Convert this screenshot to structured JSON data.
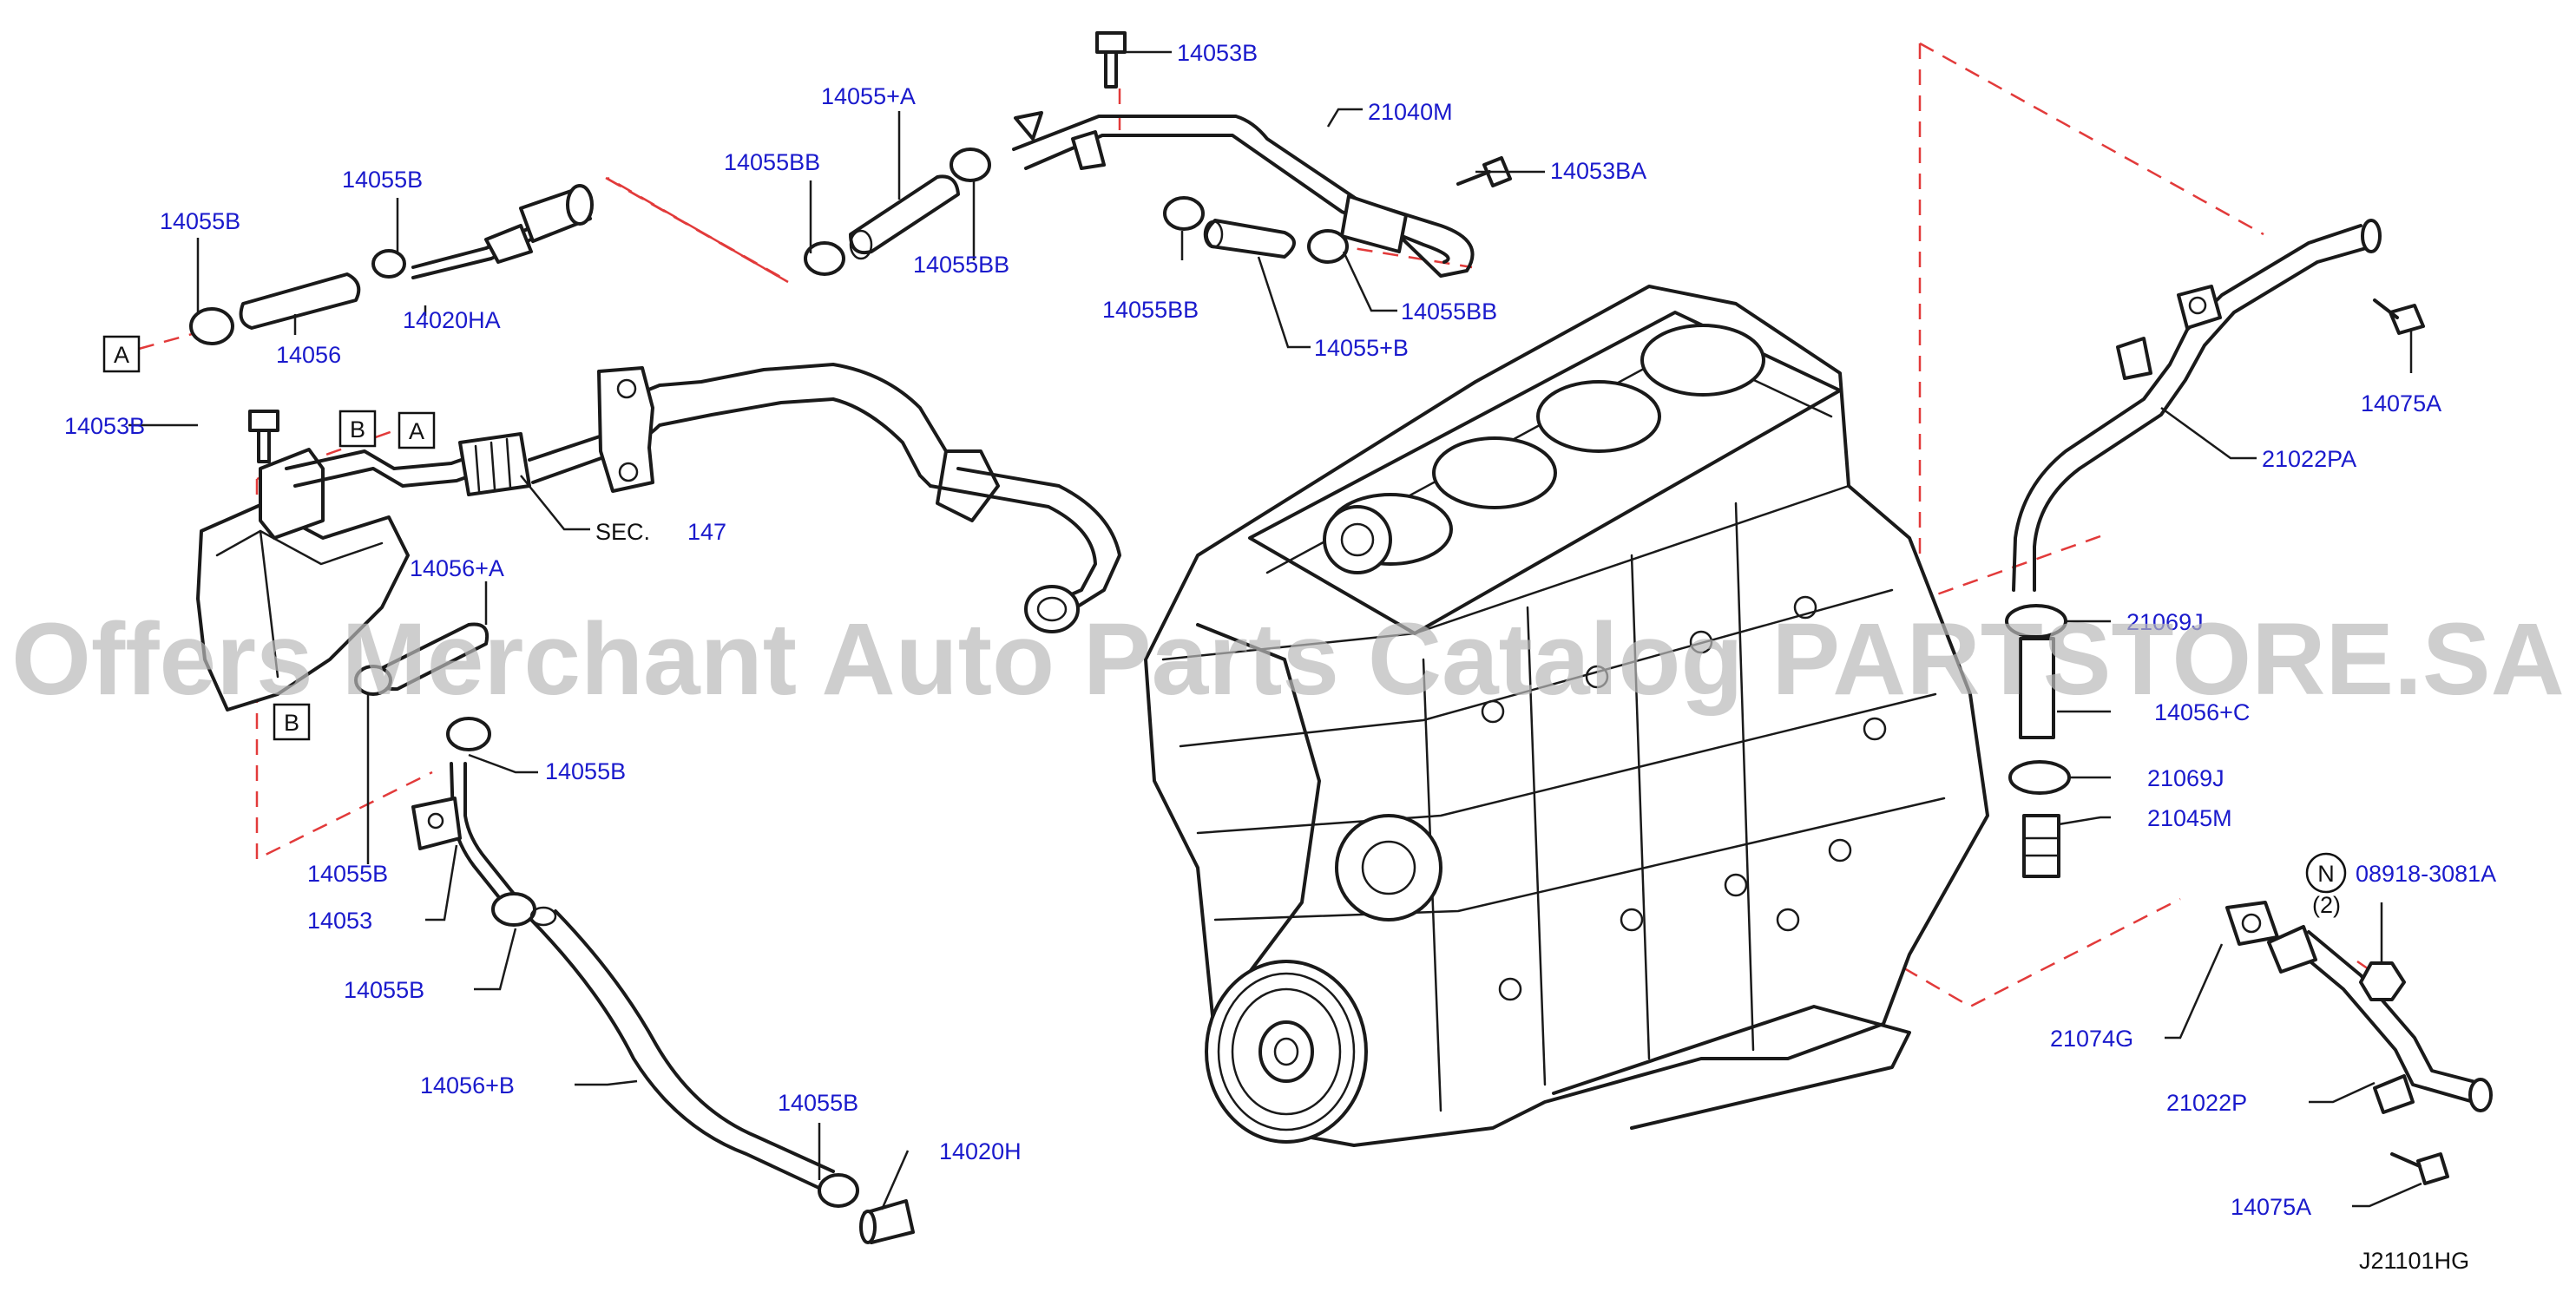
{
  "colors": {
    "label": "#1a1acc",
    "line": "#1a1a1a",
    "dashed_leader": "#e23a3a",
    "watermark": "#b9b9b9"
  },
  "watermark": "Offers Merchant Auto Parts Catalog PARTSTORE.SA",
  "diagram_code": "J21101HG",
  "sec_ref": {
    "prefix": "SEC.",
    "number": "147"
  },
  "ref_markers": {
    "a": "A",
    "b": "B",
    "n": "N"
  },
  "qty_note": "(2)",
  "parts": {
    "p14053B_top": "14053B",
    "p14055A": "14055+A",
    "p21040M": "21040M",
    "p14055BB_1": "14055BB",
    "p14053BA": "14053BA",
    "p14055B_1": "14055B",
    "p14055B_2": "14055B",
    "p14055BB_2": "14055BB",
    "p14055BB_3": "14055BB",
    "p14055BB_4": "14055BB",
    "p14055B_plus": "14055+B",
    "p14056": "14056",
    "p14020HA": "14020HA",
    "p14053B_left": "14053B",
    "p14056A": "14056+A",
    "p14055B_3": "14055B",
    "p14055B_4": "14055B",
    "p14053": "14053",
    "p14055B_5": "14055B",
    "p14056B": "14056+B",
    "p14055B_6": "14055B",
    "p14020H": "14020H",
    "p14075A_top": "14075A",
    "p21022PA": "21022PA",
    "p21069J_1": "21069J",
    "p14056C": "14056+C",
    "p21069J_2": "21069J",
    "p21045M": "21045M",
    "p08918": "08918-3081A",
    "p21074G": "21074G",
    "p21022P": "21022P",
    "p14075A_bot": "14075A"
  }
}
